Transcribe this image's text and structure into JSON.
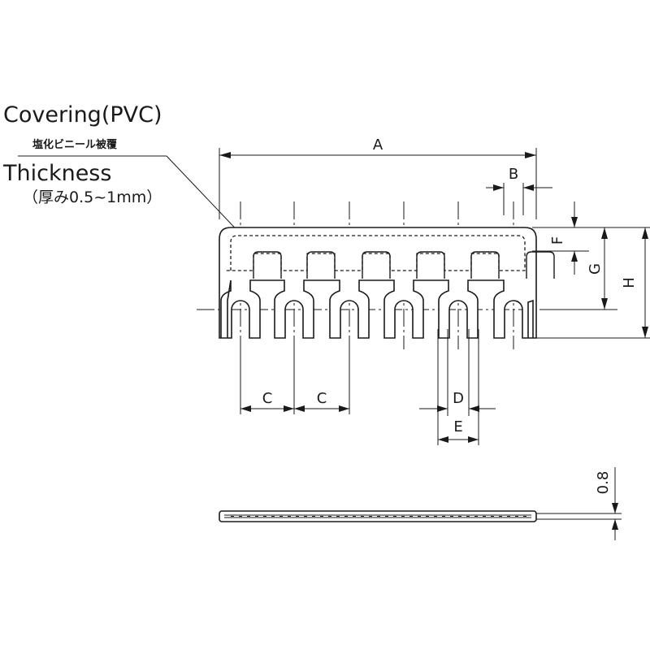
{
  "labels": {
    "covering": "Covering(PVC)",
    "covering_jp": "塩化ビニール被覆",
    "thickness": "Thickness",
    "thickness_jp": "（厚み0.5~1mm）"
  },
  "dimensions": {
    "A": "A",
    "B": "B",
    "C1": "C",
    "C2": "C",
    "D": "D",
    "E": "E",
    "F": "F",
    "G": "G",
    "H": "H",
    "thickness_value": "0.8"
  }
}
